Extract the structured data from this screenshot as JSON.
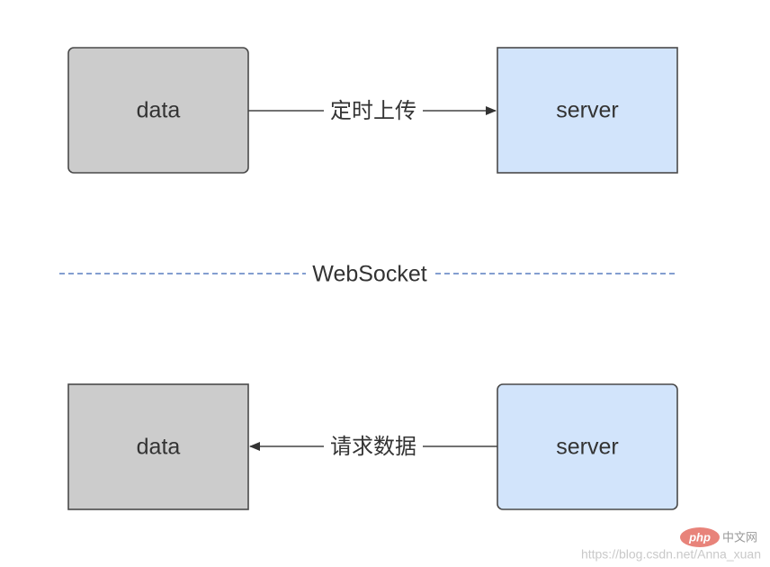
{
  "diagram": {
    "top": {
      "source_label": "data",
      "target_label": "server",
      "edge_label": "定时上传"
    },
    "divider": {
      "label": "WebSocket"
    },
    "bottom": {
      "source_label": "data",
      "target_label": "server",
      "edge_label": "请求数据"
    }
  },
  "watermark": {
    "logo_text": "php",
    "site_cn": "中文网",
    "url": "https://blog.csdn.net/Anna_xuan"
  },
  "colors": {
    "data_fill": "#cccccc",
    "server_fill": "#d2e4fb",
    "stroke": "#444444",
    "divider": "#5a7fc0",
    "watermark_logo": "#e8837a"
  }
}
